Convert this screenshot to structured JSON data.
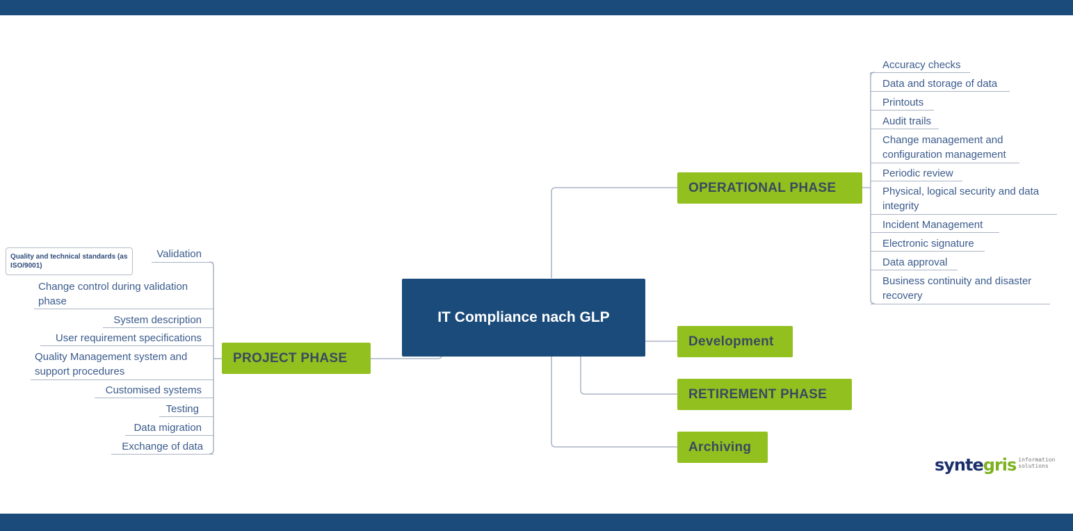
{
  "center": "IT Compliance nach GLP",
  "phases": {
    "operational": "OPERATIONAL PHASE",
    "development": "Development",
    "retirement": "RETIREMENT PHASE",
    "archiving": "Archiving",
    "project": "PROJECT PHASE"
  },
  "operational_items": [
    "Accuracy checks",
    "Data and storage of data",
    "Printouts",
    "Audit trails",
    "Change management and configuration management",
    "Periodic review",
    "Physical, logical security and data integrity",
    "Incident Management",
    "Electronic signature",
    "Data approval",
    "Business continuity and disaster recovery"
  ],
  "project_items": [
    "Validation",
    "Change control during validation phase",
    "System description",
    "User requirement specifications",
    "Quality Management system and support procedures",
    "Customised systems",
    "Testing",
    "Data migration",
    "Exchange of data"
  ],
  "validation_note": "Quality and technical standards (as ISO/9001)",
  "logo": {
    "part1": "synte",
    "part2": "gris",
    "tag1": "information",
    "tag2": "solutions"
  },
  "colors": {
    "navy": "#1b4b7b",
    "green": "#92c01f",
    "text": "#3b5b8c"
  }
}
